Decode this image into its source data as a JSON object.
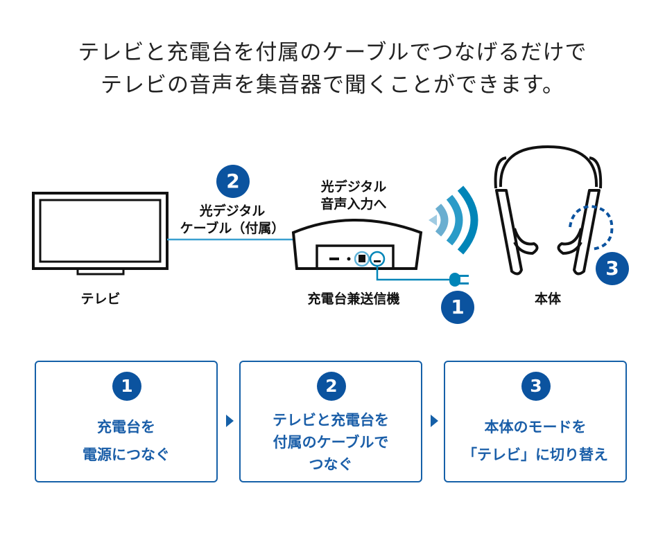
{
  "title": {
    "line1": "テレビと充電台を付属のケーブルでつなげるだけで",
    "line2": "テレビの音声を集音器で聞くことができます。"
  },
  "diagram": {
    "tv_label": "テレビ",
    "cable_label_1": "光デジタル",
    "cable_label_2": "ケーブル（付属）",
    "input_label_1": "光デジタル",
    "input_label_2": "音声入力へ",
    "charger_label": "充電台兼送信機",
    "headset_label": "本体",
    "badge_1": "1",
    "badge_2": "2",
    "badge_3": "3"
  },
  "steps": [
    {
      "number": "1",
      "lines": [
        "充電台を",
        "電源につなぐ"
      ]
    },
    {
      "number": "2",
      "lines": [
        "テレビと充電台を",
        "付属のケーブルで",
        "つなぐ"
      ]
    },
    {
      "number": "3",
      "lines": [
        "本体のモードを",
        "「テレビ」に切り替え"
      ]
    }
  ],
  "colors": {
    "navy": "#0b539f",
    "cable": "#3a9fd0",
    "wave": "#0085b8"
  }
}
